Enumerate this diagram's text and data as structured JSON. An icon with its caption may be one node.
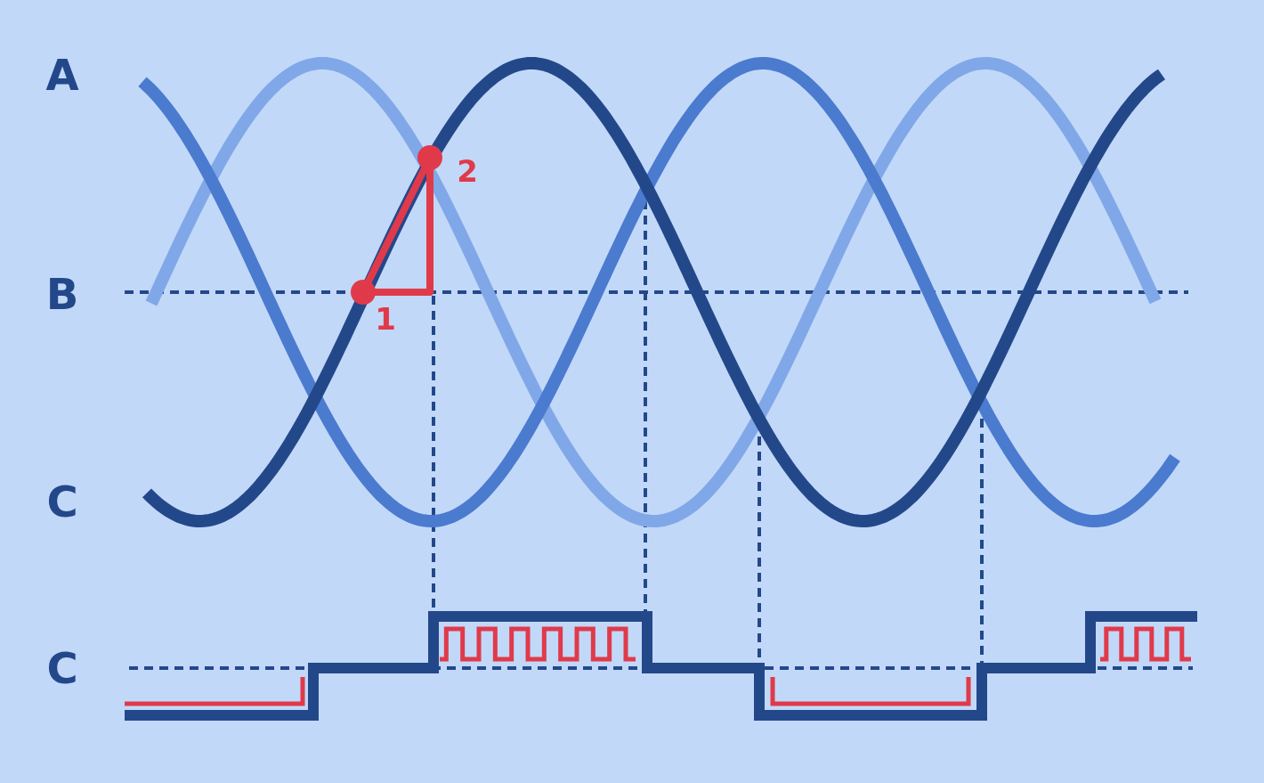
{
  "diagram": {
    "labels": [
      "A",
      "B",
      "C",
      "C",
      "1",
      "2"
    ]
  }
}
